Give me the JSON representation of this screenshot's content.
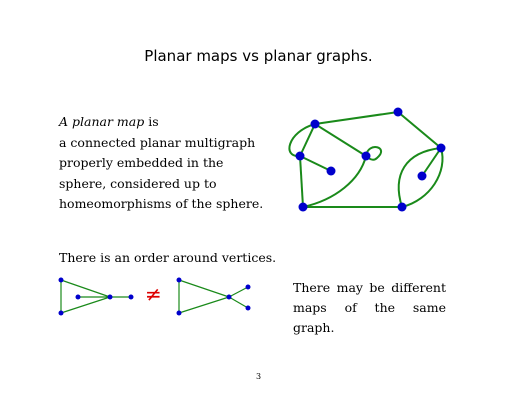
{
  "title": "Planar maps vs planar graphs.",
  "definition": {
    "term": "A planar map",
    "rest": [
      " is",
      "a connected planar multigraph",
      "properly embedded in the",
      "sphere, considered up to",
      "homeomorphisms of the sphere."
    ]
  },
  "order_text": "There is an order around vertices.",
  "neq_symbol": "≠",
  "maps_text": "There may be different maps of the same graph.",
  "page_number": "3",
  "colors": {
    "edge": "#1a8a1a",
    "vertex": "#0000cc",
    "neq": "#dd0000"
  }
}
